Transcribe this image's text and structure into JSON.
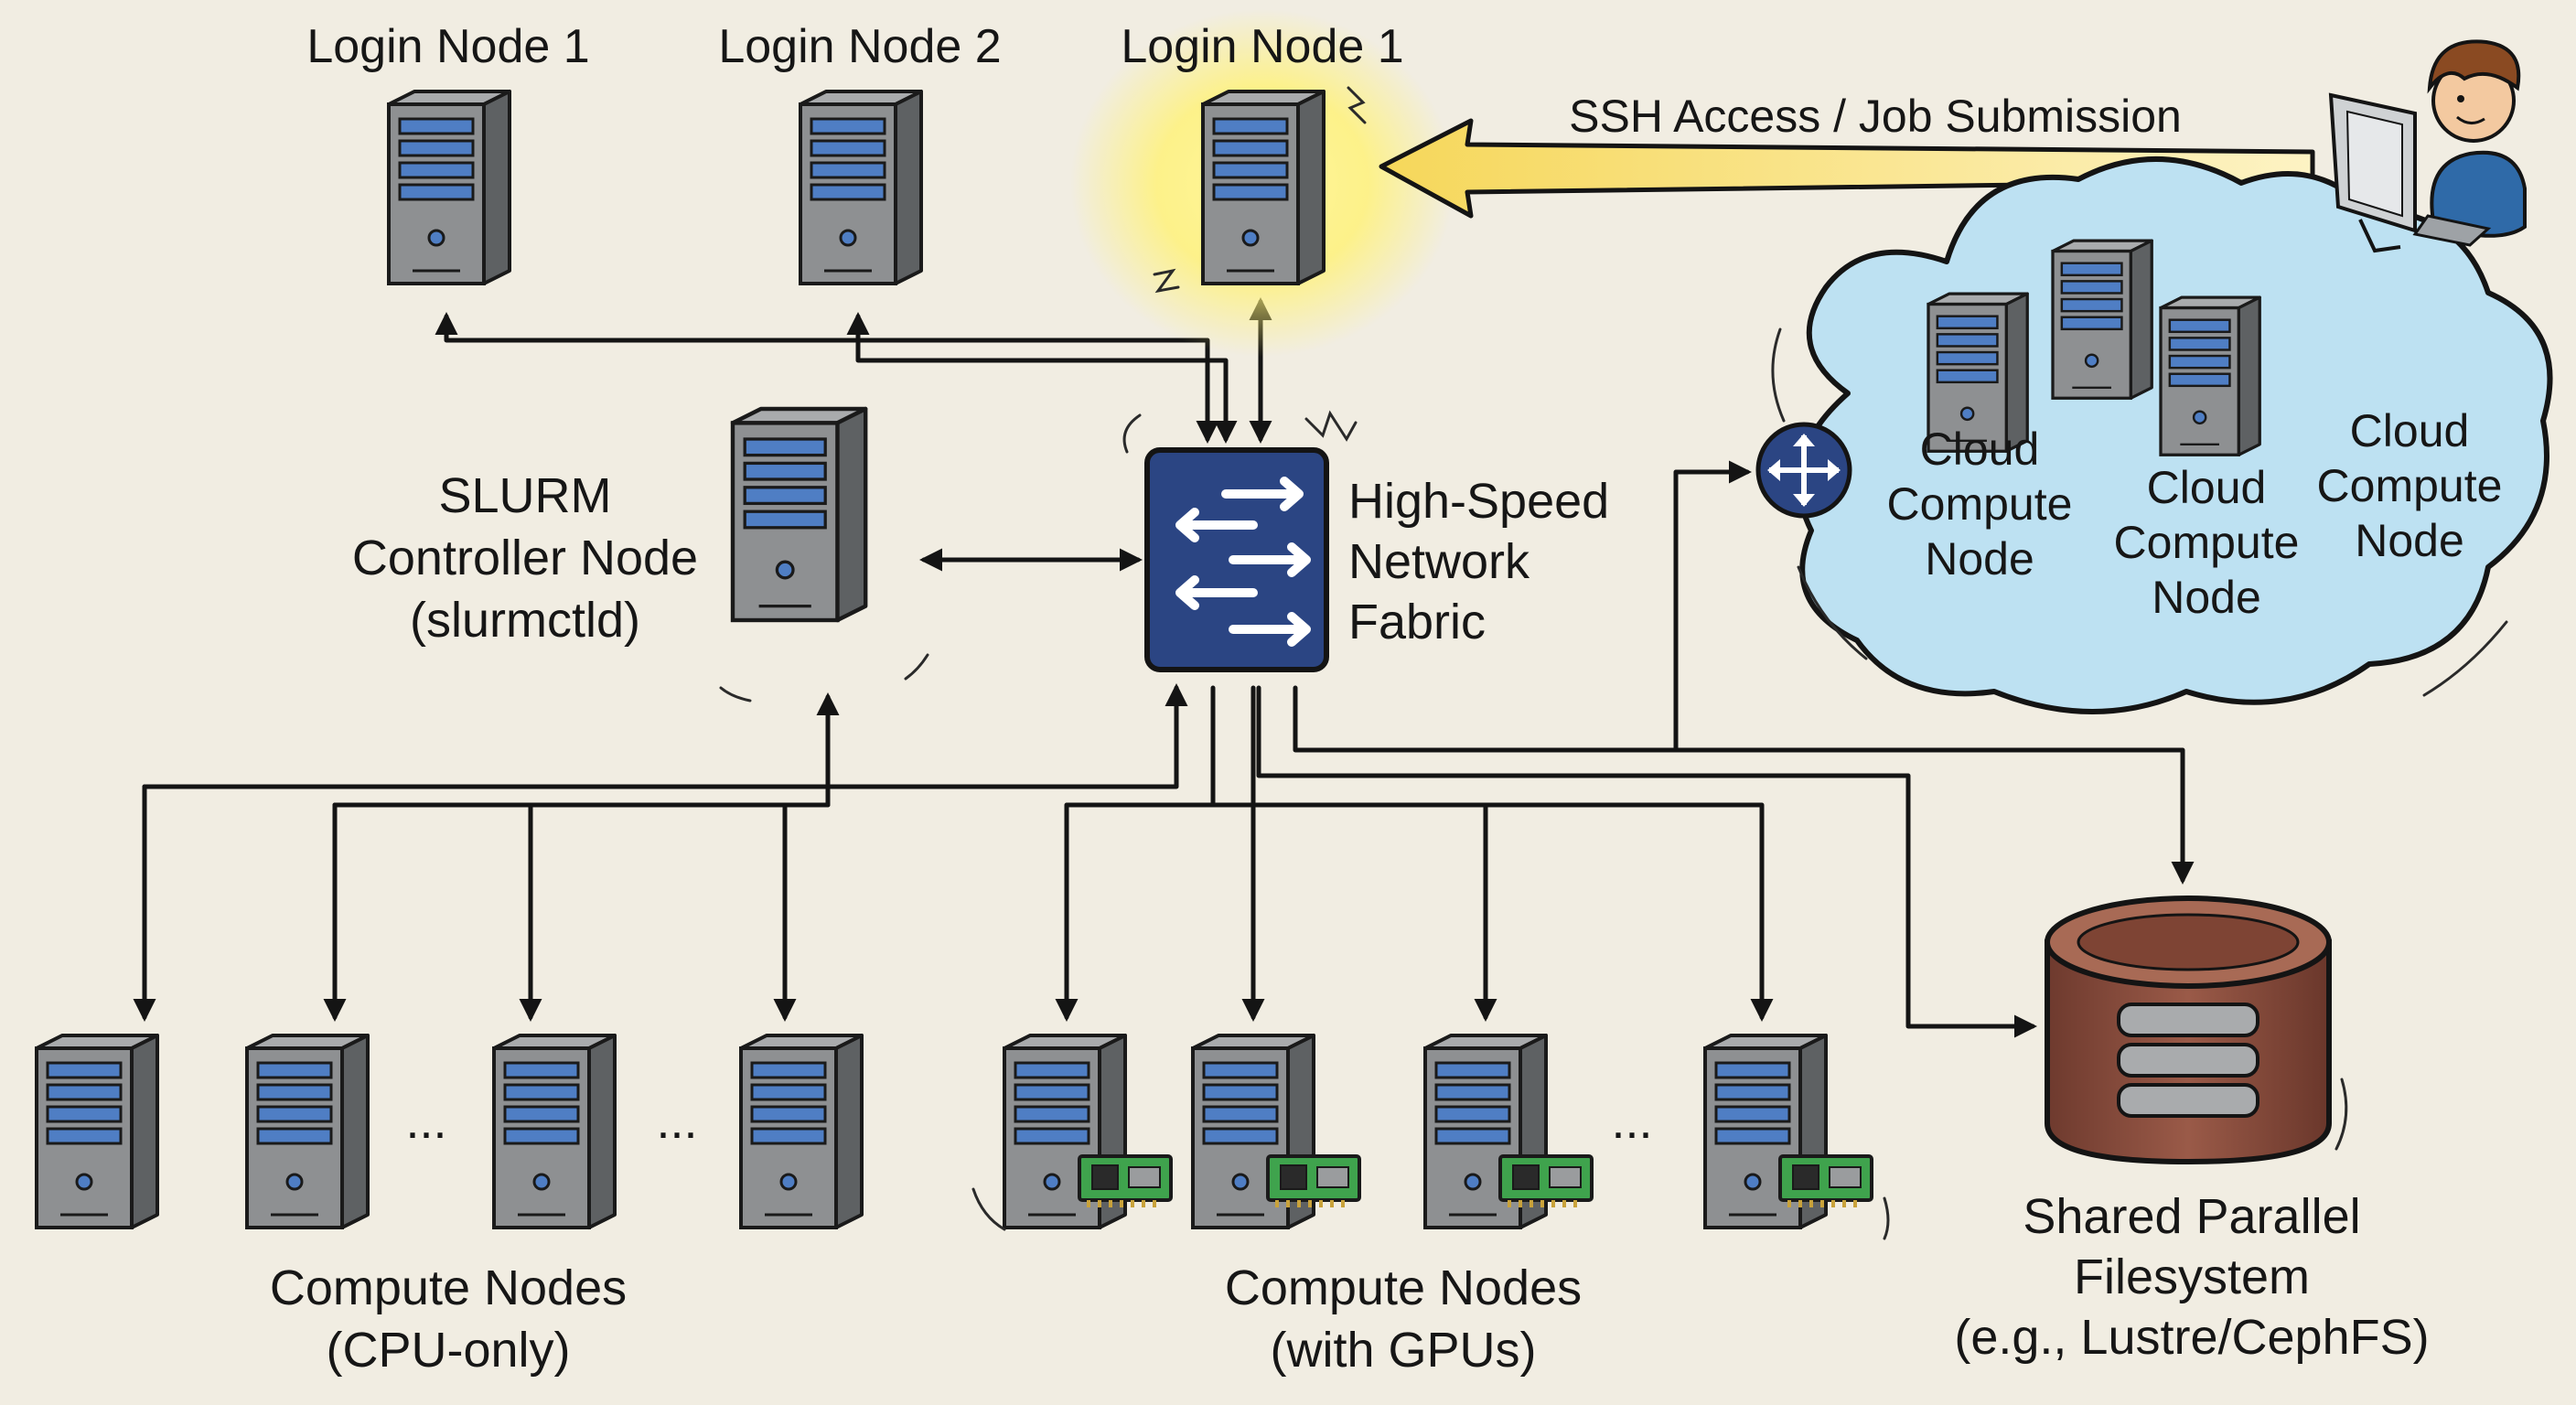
{
  "labels": {
    "login_node_1": "Login Node 1",
    "login_node_2": "Login Node 2",
    "login_node_1_active": "Login Node 1",
    "ssh_access": "SSH Access / Job Submission",
    "slurm_line1": "SLURM",
    "slurm_line2": "Controller Node",
    "slurm_line3": "(slurmctld)",
    "network_line1": "High-Speed",
    "network_line2": "Network",
    "network_line3": "Fabric",
    "cloud_node_line1": "Cloud",
    "cloud_node_line2": "Compute",
    "cloud_node_line3": "Node",
    "cpu_line1": "Compute Nodes",
    "cpu_line2": "(CPU-only)",
    "gpu_line1": "Compute Nodes",
    "gpu_line2": "(with GPUs)",
    "fs_line1": "Shared Parallel",
    "fs_line2": "Filesystem",
    "fs_line3": "(e.g., Lustre/CephFS)",
    "ellipsis": "..."
  },
  "colors": {
    "background": "#f1ede2",
    "server_body": "#8e9092",
    "server_side": "#5e6163",
    "drive_bay": "#4f7ec4",
    "switch": "#2b4583",
    "cloud_fill": "#bde1f2",
    "storage": "#8a4d3d",
    "highlight": "#fff27a",
    "gpu_card": "#3fa34d"
  },
  "icons": {
    "server": "server-tower-icon",
    "switch": "network-switch-icon",
    "router": "router-icon",
    "storage": "storage-cylinder-icon",
    "gpu": "gpu-card-icon",
    "user": "user-workstation-icon",
    "cloud": "cloud-icon"
  }
}
